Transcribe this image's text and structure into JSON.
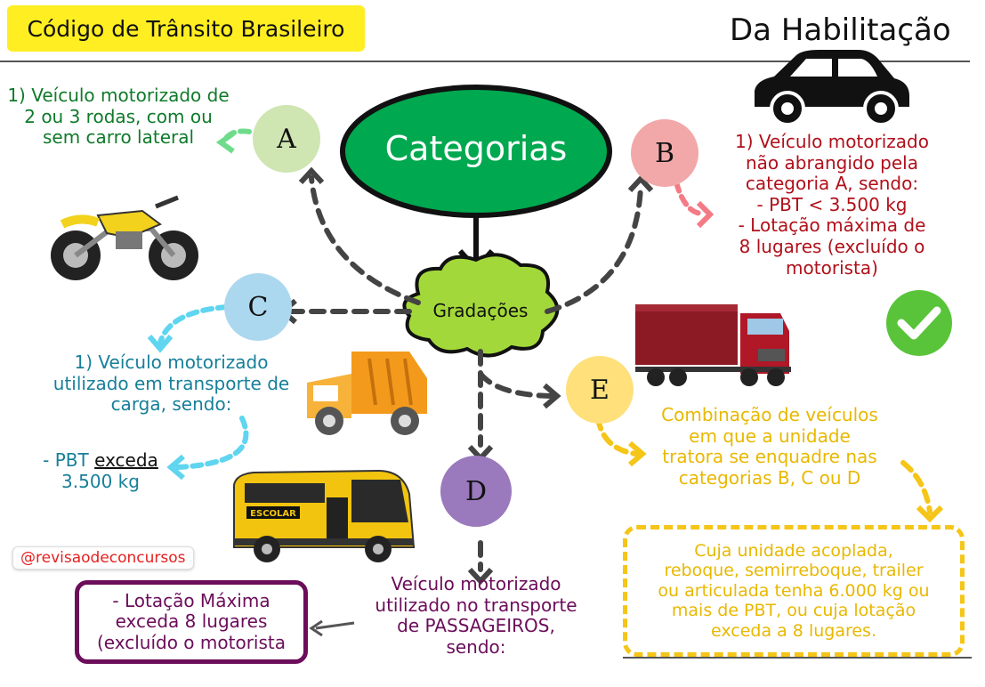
{
  "header": {
    "title": "Código de Trânsito Brasileiro",
    "subtitle": "Da Habilitação"
  },
  "center": {
    "main": "Categorias",
    "sub": "Gradações"
  },
  "categories": {
    "a": {
      "letter": "A",
      "text": "1) Veículo motorizado de 2 ou 3 rodas, com ou sem carro lateral"
    },
    "b": {
      "letter": "B",
      "lines": [
        "1) Veículo motorizado",
        "não abrangido pela",
        "categoria A, sendo:",
        "- PBT < 3.500 kg",
        "- Lotação máxima de",
        "8 lugares (excluído o",
        "motorista)"
      ]
    },
    "c": {
      "letter": "C",
      "text": "1) Veículo motorizado utilizado em transporte de carga, sendo:",
      "pbt_prefix": "- PBT ",
      "pbt_emph": "exceda",
      "pbt_value": "3.500 kg"
    },
    "d": {
      "letter": "D",
      "lines": [
        "Veículo motorizado",
        "utilizado no transporte",
        "de PASSAGEIROS,",
        "sendo:"
      ],
      "box_lines": [
        "- Lotação Máxima",
        "exceda 8 lugares",
        "(excluído o motorista"
      ]
    },
    "e": {
      "letter": "E",
      "lines": [
        "Combinação de veículos",
        "em que a unidade",
        "tratora se enquadre nas",
        "categorias B, C ou D"
      ],
      "box_lines": [
        "Cuja unidade acoplada,",
        "reboque, semirreboque, trailer",
        "ou articulada tenha 6.000 kg ou",
        "mais de PBT, ou cuja lotação",
        "exceda a 8 lugares."
      ]
    }
  },
  "bus_sign": "ESCOLAR",
  "watermark": "@revisaodeconcursos",
  "icons": [
    "car-icon",
    "motorcycle-icon",
    "truck-icon",
    "semi-truck-icon",
    "school-bus-icon",
    "check-icon"
  ],
  "colors": {
    "highlight": "#ffee22",
    "green": "#0f7a2a",
    "red": "#b0101a",
    "teal": "#177f99",
    "yellow": "#e8b800",
    "purple": "#6b0d5a"
  }
}
